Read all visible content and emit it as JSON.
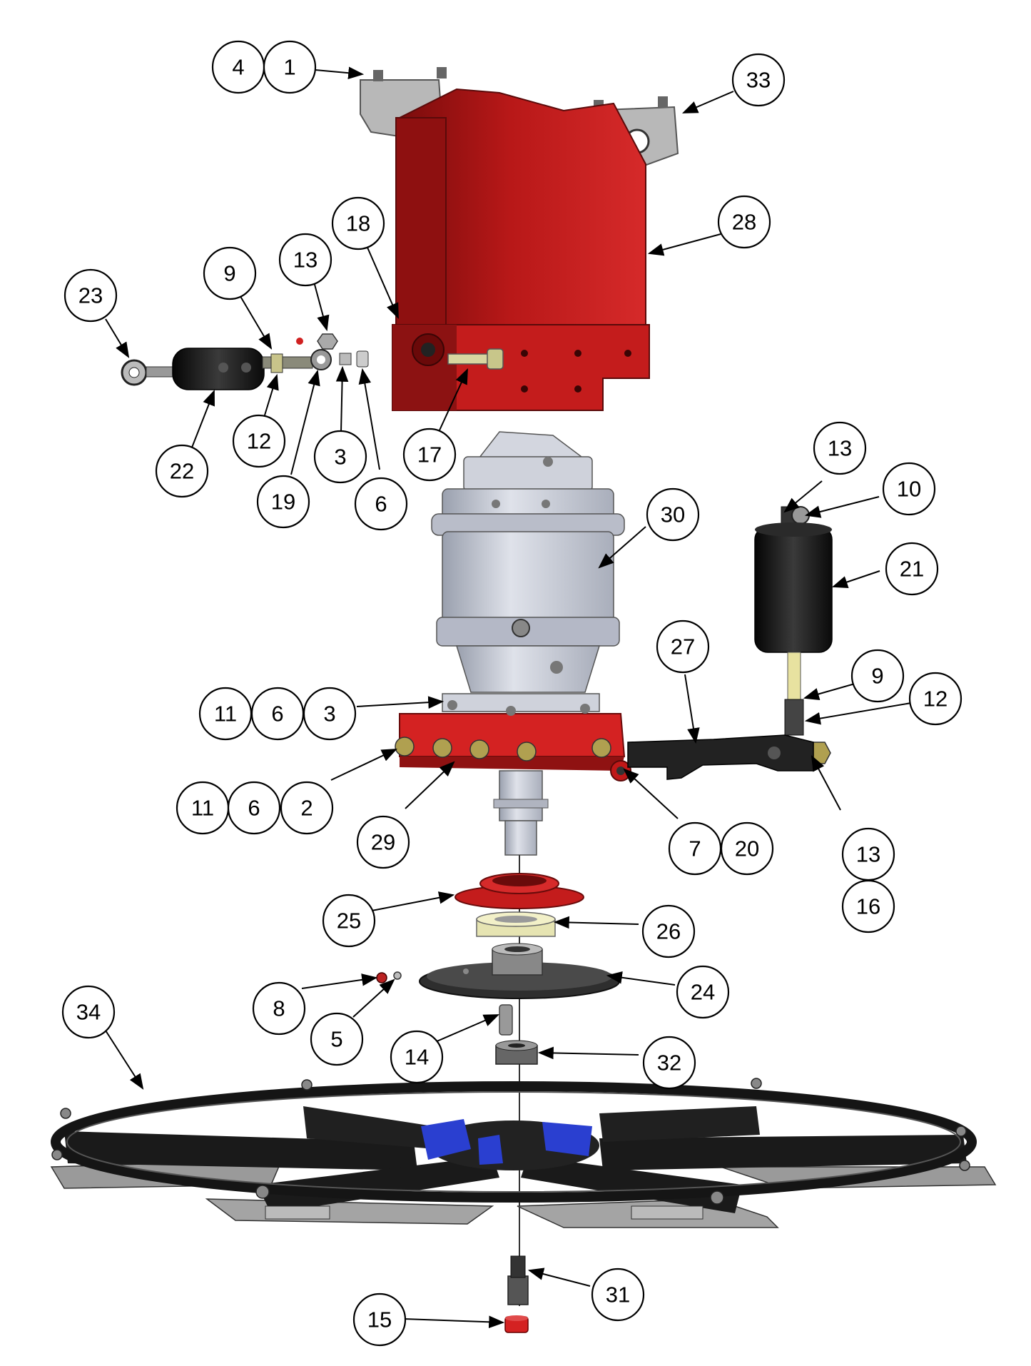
{
  "diagram": {
    "type": "exploded parts diagram",
    "part_labels": [
      {
        "id": "b4",
        "label": "4"
      },
      {
        "id": "b1",
        "label": "1"
      },
      {
        "id": "b33",
        "label": "33"
      },
      {
        "id": "b28",
        "label": "28"
      },
      {
        "id": "b18",
        "label": "18"
      },
      {
        "id": "b13a",
        "label": "13"
      },
      {
        "id": "b9a",
        "label": "9"
      },
      {
        "id": "b23",
        "label": "23"
      },
      {
        "id": "b22",
        "label": "22"
      },
      {
        "id": "b12a",
        "label": "12"
      },
      {
        "id": "b19",
        "label": "19"
      },
      {
        "id": "b3a",
        "label": "3"
      },
      {
        "id": "b6a",
        "label": "6"
      },
      {
        "id": "b17",
        "label": "17"
      },
      {
        "id": "b13b",
        "label": "13"
      },
      {
        "id": "b10",
        "label": "10"
      },
      {
        "id": "b30",
        "label": "30"
      },
      {
        "id": "b21",
        "label": "21"
      },
      {
        "id": "b27",
        "label": "27"
      },
      {
        "id": "b9b",
        "label": "9"
      },
      {
        "id": "b12b",
        "label": "12"
      },
      {
        "id": "b11a",
        "label": "11"
      },
      {
        "id": "b6b",
        "label": "6"
      },
      {
        "id": "b3b",
        "label": "3"
      },
      {
        "id": "b11b",
        "label": "11"
      },
      {
        "id": "b6c",
        "label": "6"
      },
      {
        "id": "b2",
        "label": "2"
      },
      {
        "id": "b29",
        "label": "29"
      },
      {
        "id": "b7",
        "label": "7"
      },
      {
        "id": "b20",
        "label": "20"
      },
      {
        "id": "b13c",
        "label": "13"
      },
      {
        "id": "b16",
        "label": "16"
      },
      {
        "id": "b25",
        "label": "25"
      },
      {
        "id": "b26",
        "label": "26"
      },
      {
        "id": "b24",
        "label": "24"
      },
      {
        "id": "b8",
        "label": "8"
      },
      {
        "id": "b5",
        "label": "5"
      },
      {
        "id": "b14",
        "label": "14"
      },
      {
        "id": "b32",
        "label": "32"
      },
      {
        "id": "b34",
        "label": "34"
      },
      {
        "id": "b31",
        "label": "31"
      },
      {
        "id": "b15",
        "label": "15"
      }
    ]
  },
  "colors": {
    "frame_red": "#c81e1e",
    "frame_dark_red": "#8e1010",
    "gearbox_grey": "#c4c8d4",
    "bracket_grey": "#b4b4b4",
    "rubber_black": "#1e1e1e",
    "accent_blue": "#2a3fd0",
    "shaft_yellow": "#e8e2a0"
  }
}
